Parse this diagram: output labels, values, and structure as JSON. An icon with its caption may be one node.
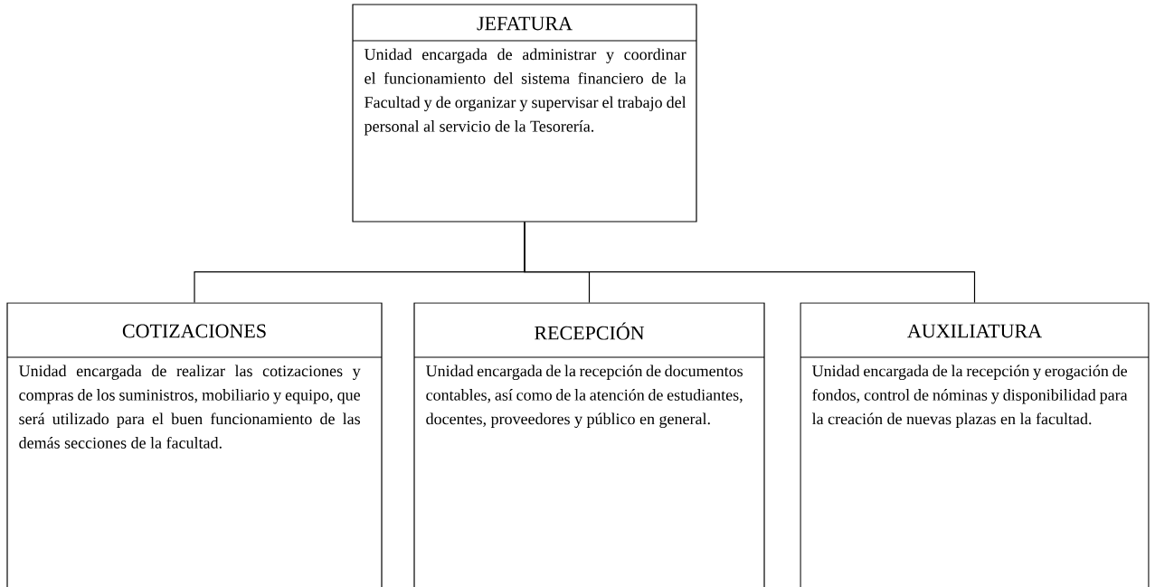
{
  "diagram": {
    "nodes": [
      {
        "text": [
          "JEFATURA",
          "Unidad encargada de administrar y coordinar el funcionamiento del sistema financiero de la Facultad y de organizar y supervisar el trabajo del personal al servicio de la Tesorería."
        ]
      },
      {
        "text": [
          "COTIZACIONES",
          "Unidad encargada de realizar las cotizaciones y compras de los suministros, mobiliario y equipo, que será utilizado para el buen funcionamiento de las demás secciones de la facultad."
        ]
      },
      {
        "text": [
          "RECEPCIÓN",
          "Unidad encargada de la recepción de documentos contables, así como de la atención de estudiantes, docentes, proveedores y público en general."
        ]
      },
      {
        "text": [
          "AUXILIATURA",
          "Unidad encargada de la recepción y erogación de fondos, control de nóminas y disponibilidad para la creación de nuevas plazas en la facultad."
        ]
      }
    ],
    "edges": [
      {
        "from": 0,
        "to": 1,
        "arrow": "none"
      },
      {
        "from": 0,
        "to": 2,
        "arrow": "none"
      },
      {
        "from": 0,
        "to": 3,
        "arrow": "none"
      }
    ]
  }
}
